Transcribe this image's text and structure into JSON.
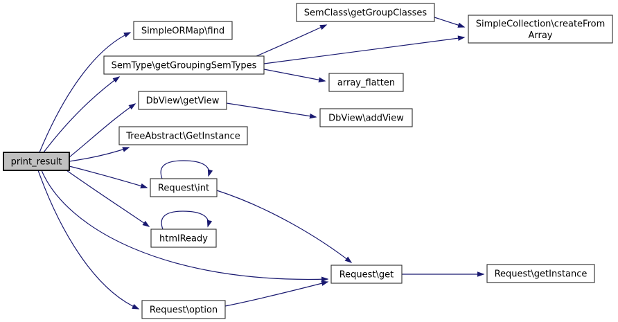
{
  "diagram": {
    "kind": "call-graph",
    "root_function": "print_result",
    "colors": {
      "edge_color": "#191970",
      "node_fill": "#ffffff",
      "node_border": "#2a2a2a",
      "root_fill": "#c0c0c0",
      "background": "#ffffff"
    },
    "nodes": {
      "print_result": {
        "label": "print_result"
      },
      "simpleormap_find": {
        "label": "SimpleORMap\\find"
      },
      "semtype_getgroupingsemtypes": {
        "label": "SemType\\getGroupingSemTypes"
      },
      "semclass_getgroupclasses": {
        "label": "SemClass\\getGroupClasses"
      },
      "simplecollection_createfromarray": {
        "label": "SimpleCollection\\createFromArray",
        "label_lines": [
          "SimpleCollection\\createFrom",
          "Array"
        ]
      },
      "array_flatten": {
        "label": "array_flatten"
      },
      "dbview_getview": {
        "label": "DbView\\getView"
      },
      "dbview_addview": {
        "label": "DbView\\addView"
      },
      "treeabstract_getinstance": {
        "label": "TreeAbstract\\GetInstance"
      },
      "request_int": {
        "label": "Request\\int"
      },
      "htmlready": {
        "label": "htmlReady"
      },
      "request_get": {
        "label": "Request\\get"
      },
      "request_getinstance": {
        "label": "Request\\getInstance"
      },
      "request_option": {
        "label": "Request\\option"
      }
    },
    "edges": [
      {
        "from": "print_result",
        "to": "SimpleORMap\\find"
      },
      {
        "from": "print_result",
        "to": "SemType\\getGroupingSemTypes"
      },
      {
        "from": "print_result",
        "to": "DbView\\getView"
      },
      {
        "from": "print_result",
        "to": "TreeAbstract\\GetInstance"
      },
      {
        "from": "print_result",
        "to": "Request\\int"
      },
      {
        "from": "print_result",
        "to": "htmlReady"
      },
      {
        "from": "print_result",
        "to": "Request\\get"
      },
      {
        "from": "print_result",
        "to": "Request\\option"
      },
      {
        "from": "SemType\\getGroupingSemTypes",
        "to": "SemClass\\getGroupClasses"
      },
      {
        "from": "SemType\\getGroupingSemTypes",
        "to": "SimpleCollection\\createFromArray"
      },
      {
        "from": "SemType\\getGroupingSemTypes",
        "to": "array_flatten"
      },
      {
        "from": "SemClass\\getGroupClasses",
        "to": "SimpleCollection\\createFromArray"
      },
      {
        "from": "DbView\\getView",
        "to": "DbView\\addView"
      },
      {
        "from": "Request\\int",
        "to": "Request\\int"
      },
      {
        "from": "Request\\int",
        "to": "Request\\get"
      },
      {
        "from": "htmlReady",
        "to": "htmlReady"
      },
      {
        "from": "Request\\option",
        "to": "Request\\get"
      },
      {
        "from": "Request\\get",
        "to": "Request\\getInstance"
      }
    ]
  }
}
